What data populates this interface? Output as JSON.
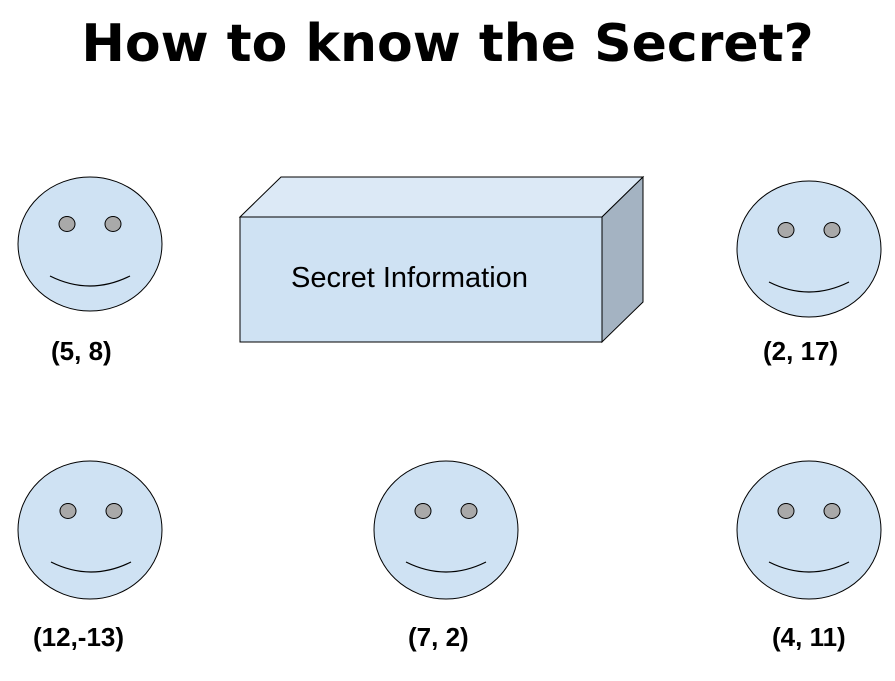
{
  "title": "How to know the Secret?",
  "box": {
    "label": "Secret Information"
  },
  "people": [
    {
      "coords": "(5, 8)"
    },
    {
      "coords": "(2, 17)"
    },
    {
      "coords": "(12,-13)"
    },
    {
      "coords": "(7, 2)"
    },
    {
      "coords": "(4, 11)"
    }
  ],
  "colors": {
    "face_fill": "#cfe2f3",
    "face_stroke": "#000000",
    "eye_fill": "#a9a9a9",
    "box_front": "#cfe2f3",
    "box_top": "#dce9f6",
    "box_side": "#a4b3c2"
  }
}
